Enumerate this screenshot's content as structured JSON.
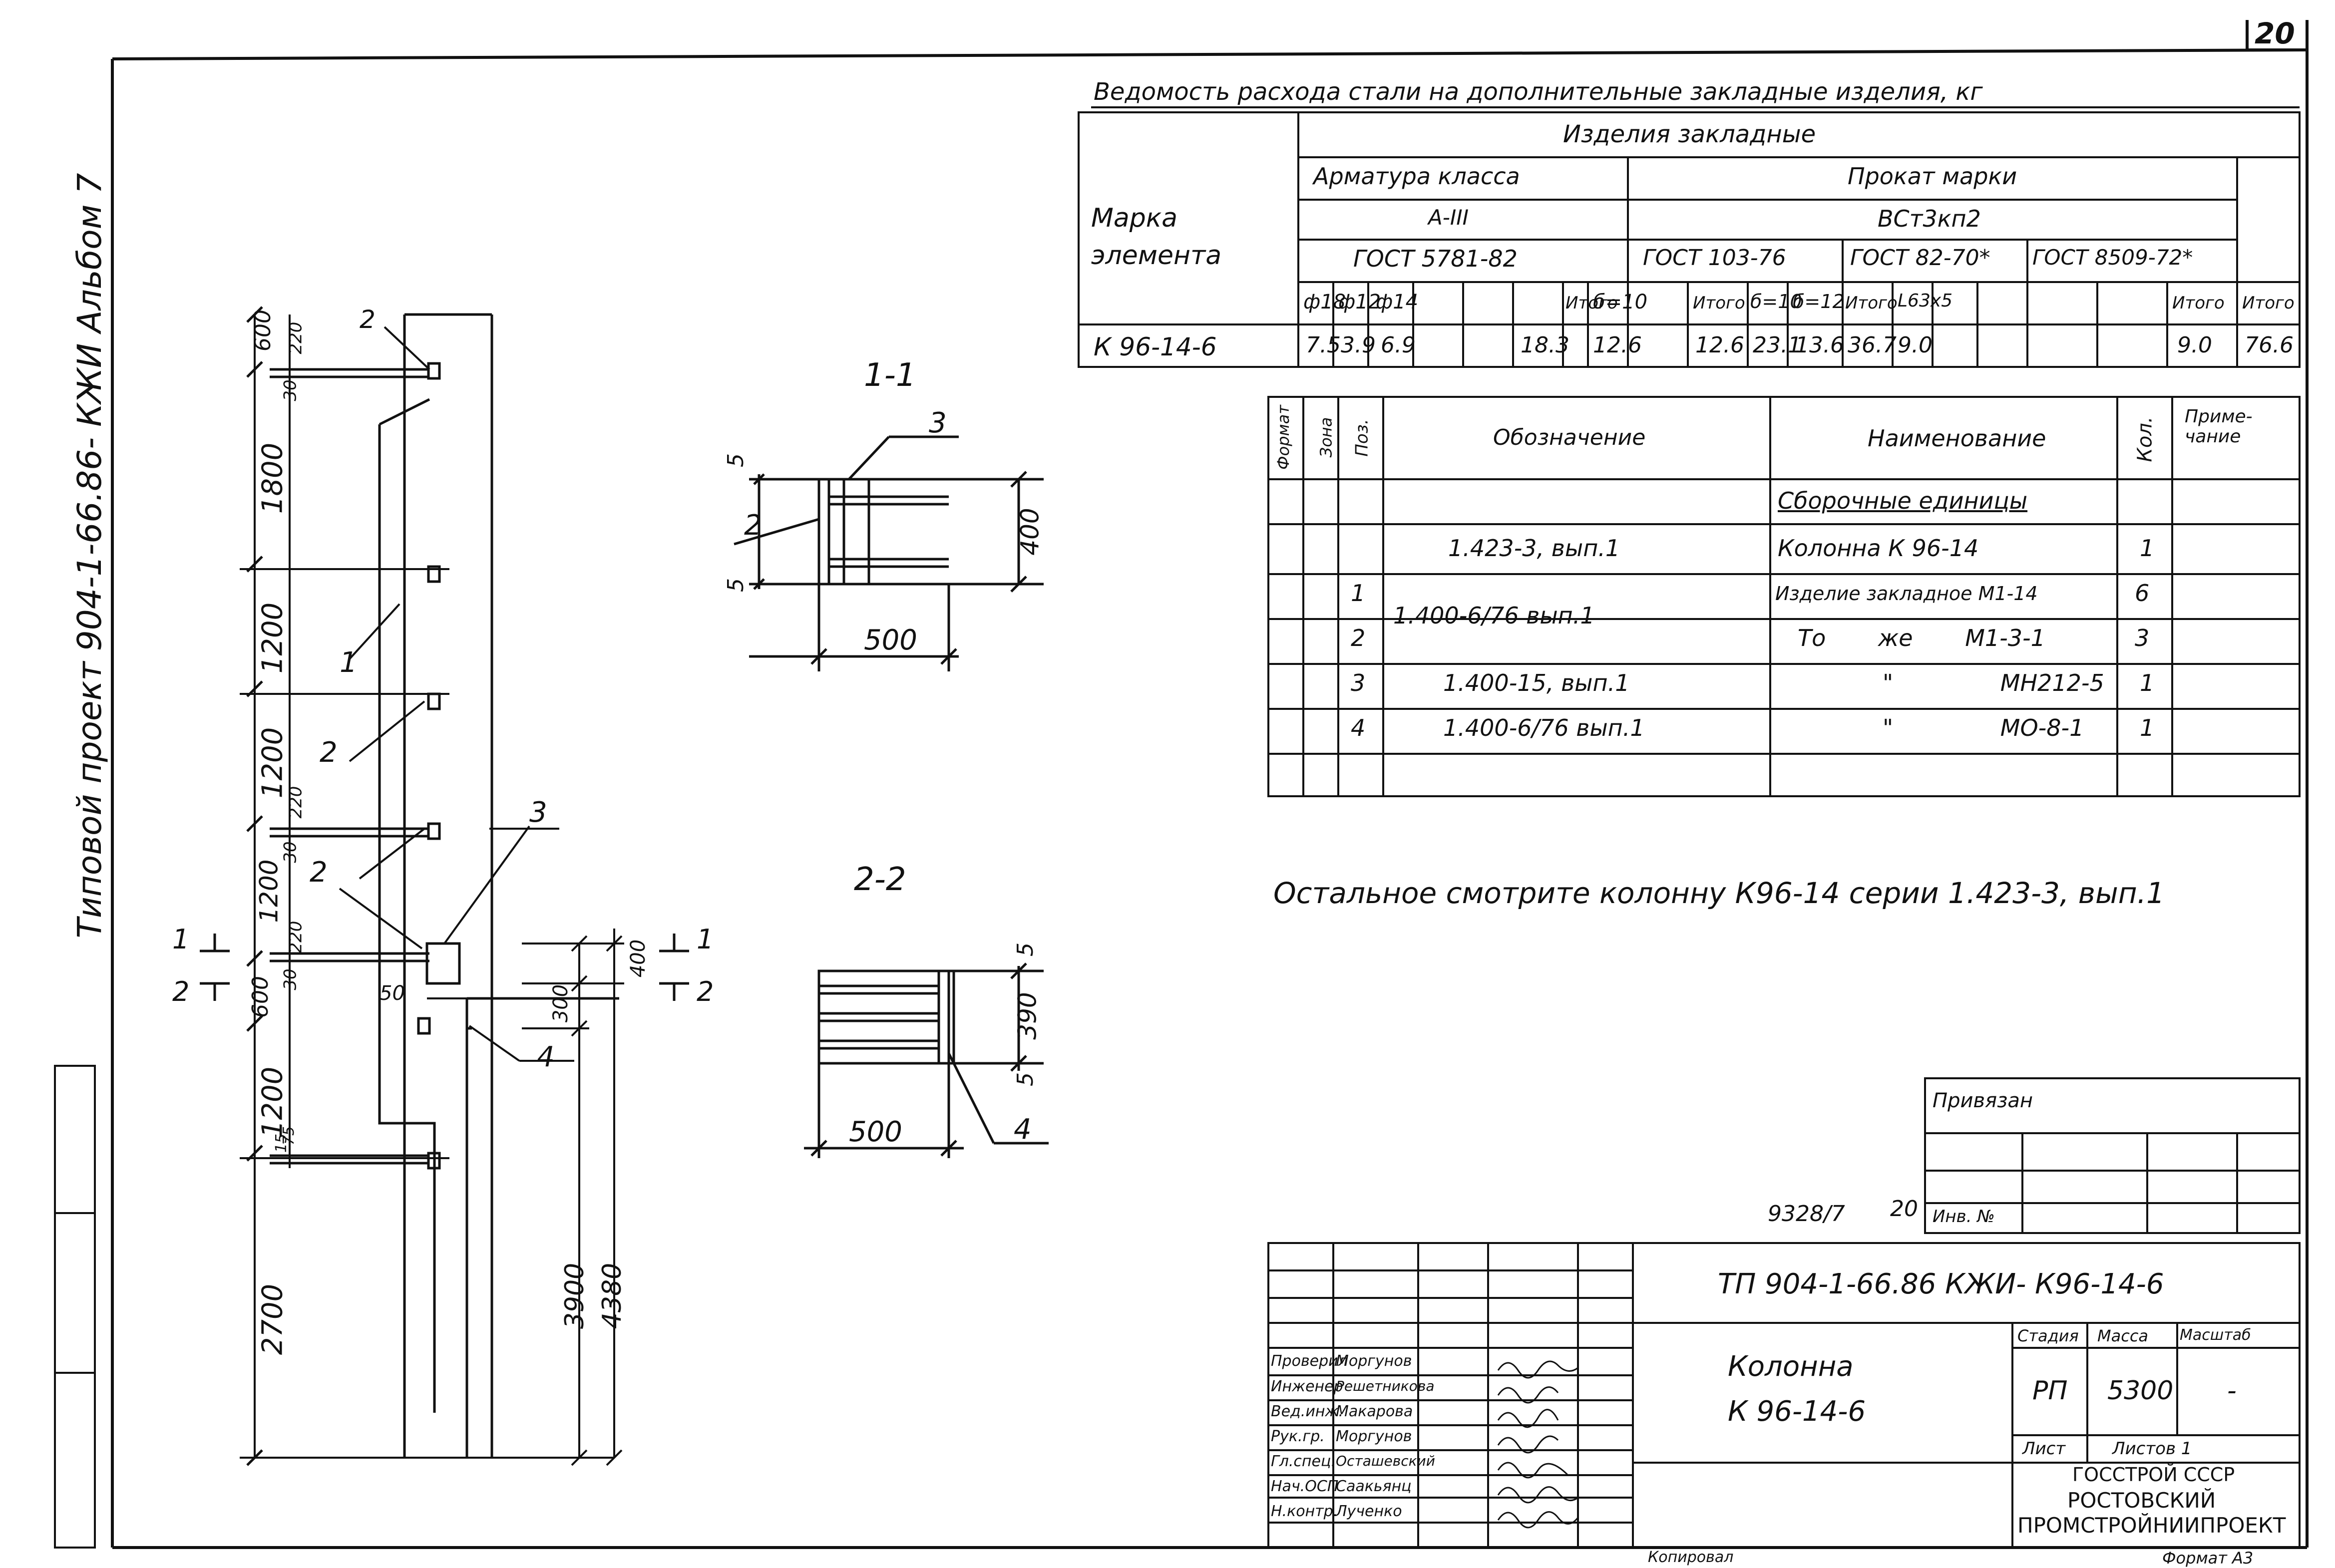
{
  "sheet_number": "20",
  "side_title": "Типовой проект 904-1-66.86- КЖИ Альбом 7",
  "steel_table": {
    "title": "Ведомость расхода стали на дополнительные закладные изделия, кг",
    "element_mark_header": "Марка элемента",
    "group_header": "Изделия закладные",
    "rebar_class_header": "Арматура класса",
    "rebar_class": "А-III",
    "rebar_gost": "ГОСТ 5781-82",
    "rolled_header": "Прокат марки",
    "rolled_grade": "ВСт3кп2",
    "gost_103": "ГОСТ 103-76",
    "gost_82": "ГОСТ 82-70*",
    "gost_8509": "ГОСТ 8509-72*",
    "columns": [
      "ф18",
      "ф12",
      "ф14",
      "",
      "Итого",
      "б=10",
      "",
      "Итого",
      "б=10",
      "б=12",
      "Итого",
      "L63х5",
      "",
      "Итого",
      "Итого"
    ],
    "row": {
      "mark": "К 96-14-6",
      "values": [
        "7.5",
        "3.9",
        "6.9",
        "",
        "18.3",
        "12.6",
        "",
        "12.6",
        "23.1",
        "13.6",
        "36.7",
        "9.0",
        "",
        "9.0",
        "76.6"
      ]
    }
  },
  "spec_table": {
    "headers": {
      "format": "Формат",
      "zone": "Зона",
      "pos": "Поз.",
      "designation": "Обозначение",
      "name": "Наименование",
      "qty": "Кол.",
      "note": "Приме-чание"
    },
    "rows": [
      {
        "pos": "",
        "designation": "",
        "name": "Сборочные единицы",
        "qty": ""
      },
      {
        "pos": "",
        "designation": "1.423-3, вып.1",
        "name": "Колонна К 96-14",
        "qty": "1"
      },
      {
        "pos": "1",
        "designation": "1.400-6/76 вып.1",
        "name": "Изделие закладное М1-14",
        "qty": "6"
      },
      {
        "pos": "2",
        "designation": "",
        "name": "То же М1-3-1",
        "qty": "3"
      },
      {
        "pos": "3",
        "designation": "1.400-15, вып.1",
        "name": "\" МН212-5",
        "qty": "1"
      },
      {
        "pos": "4",
        "designation": "1.400-6/76 вып.1",
        "name": "\" МО-8-1",
        "qty": "1"
      },
      {
        "pos": "",
        "designation": "",
        "name": "",
        "qty": ""
      }
    ]
  },
  "note": "Остальное смотрите колонну К96-14 серии 1.423-3, вып.1",
  "section_1": {
    "label": "1-1",
    "dim_width": "500",
    "dim_height": "400",
    "dim_top": "5",
    "dim_bottom": "5",
    "pos_3": "3",
    "pos_2": "2"
  },
  "section_2": {
    "label": "2-2",
    "dim_width": "500",
    "dim_height": "390",
    "dim_top": "5",
    "dim_bottom": "5",
    "pos_4": "4"
  },
  "elevation": {
    "dims_left": [
      "600",
      "30",
      "220",
      "1800",
      "1200",
      "1200",
      "220",
      "30",
      "1200",
      "220",
      "30",
      "600",
      "1200",
      "75",
      "15",
      "2700"
    ],
    "dims_right": [
      "400",
      "300",
      "3900",
      "4380"
    ],
    "dim_50": "50",
    "positions": [
      "2",
      "1",
      "2",
      "2",
      "3",
      "4"
    ],
    "cut_1": "1",
    "cut_2": "2"
  },
  "binding": {
    "label": "Привязан",
    "inv_label": "Инв. №",
    "inv_number": "9328/7",
    "inv_sign": "20"
  },
  "title_block": {
    "code": "ТП 904-1-66.86 КЖИ- К96-14-6",
    "name_line1": "Колонна",
    "name_line2": "К 96-14-6",
    "stage_label": "Стадия",
    "stage": "РП",
    "mass_label": "Масса",
    "mass": "5300",
    "scale_label": "Масштаб",
    "scale": "-",
    "sheet_label": "Лист",
    "sheets_label": "Листов 1",
    "org_line1": "ГОССТРОЙ СССР",
    "org_line2": "РОСТОВСКИЙ",
    "org_line3": "ПРОМСТРОЙНИИПРОЕКТ",
    "signers": [
      {
        "role": "Проверил",
        "name": "Моргунов"
      },
      {
        "role": "Инженер",
        "name": "Решетникова"
      },
      {
        "role": "Вед.инж.",
        "name": "Макарова"
      },
      {
        "role": "Рук.гр.",
        "name": "Моргунов"
      },
      {
        "role": "Гл.спец.",
        "name": "Осташевский"
      },
      {
        "role": "Нач.ОСП",
        "name": "Саакьянц"
      },
      {
        "role": "Н.контр.",
        "name": "Лученко"
      }
    ]
  },
  "footer_copied": "Копировал",
  "footer_format": "Формат А3"
}
